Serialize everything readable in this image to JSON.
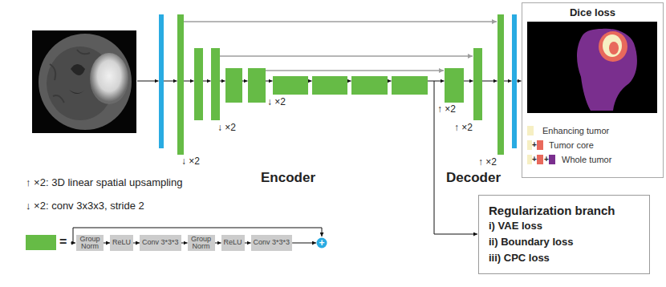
{
  "diagram": {
    "nodes": [
      {
        "text": [
          "Dice loss"
        ]
      },
      {
        "text": [
          "Regularization branch",
          "i) VAE loss",
          "ii) Boundary loss",
          "iii) CPC loss"
        ]
      },
      {
        "text": [
          "Group Norm"
        ]
      },
      {
        "text": [
          "ReLU"
        ]
      },
      {
        "text": [
          "Conv 3*3*3"
        ]
      },
      {
        "text": [
          "Group Norm"
        ]
      },
      {
        "text": [
          "ReLU"
        ]
      },
      {
        "text": [
          "Conv 3*3*3"
        ]
      },
      {
        "text": [
          "+"
        ]
      }
    ],
    "edges": [
      {
        "from": 2,
        "to": 3,
        "arrow": "to"
      },
      {
        "from": 3,
        "to": 4,
        "arrow": "to"
      },
      {
        "from": 4,
        "to": 5,
        "arrow": "to"
      },
      {
        "from": 5,
        "to": 6,
        "arrow": "to"
      },
      {
        "from": 6,
        "to": 7,
        "arrow": "to"
      },
      {
        "from": 7,
        "to": 8,
        "arrow": "to"
      }
    ],
    "labels": [
      "↓ ×2",
      "↓ ×2",
      "↓ ×2",
      "↑ ×2",
      "↑ ×2",
      "↑ ×2",
      "Encoder",
      "Decoder",
      "↑ ×2: 3D linear spatial upsampling",
      "↓ ×2: conv 3x3x3, stride 2",
      "=",
      "+",
      "+",
      "+"
    ],
    "legend": [
      {
        "text": "Enhancing tumor",
        "color": "#f6efc3"
      },
      {
        "text": "Tumor core"
      },
      {
        "text": "Whole tumor"
      }
    ]
  }
}
